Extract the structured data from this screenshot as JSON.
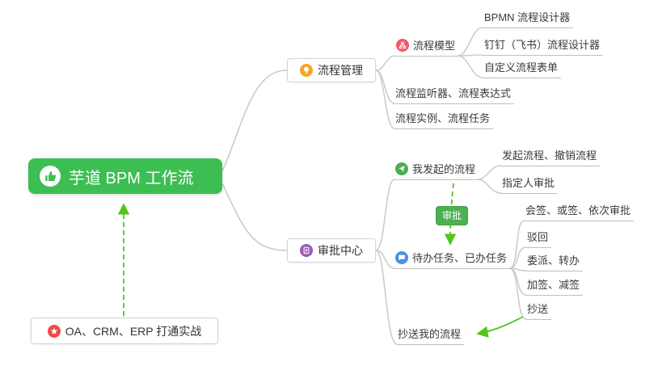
{
  "nodes": {
    "root": "芋道 BPM 工作流",
    "process_mgmt": "流程管理",
    "process_model": "流程模型",
    "bpmn_designer": "BPMN 流程设计器",
    "dingtalk_designer": "钉钉（飞书）流程设计器",
    "custom_form": "自定义流程表单",
    "listener_expression": "流程监听器、流程表达式",
    "instance_task": "流程实例、流程任务",
    "approval_center": "审批中心",
    "my_initiated": "我发起的流程",
    "initiate_cancel": "发起流程、撤销流程",
    "assignee_approval": "指定人审批",
    "todo_done": "待办任务、已办任务",
    "countersign": "会签、或签、依次审批",
    "reject": "驳回",
    "delegate_transfer": "委派、转办",
    "add_remove_sign": "加签、减签",
    "carbon_copy": "抄送",
    "cc_my_process": "抄送我的流程",
    "oa_practice": "OA、CRM、ERP 打通实战",
    "approval_badge": "审批"
  },
  "icons": {
    "root": "thumbs-up-icon",
    "process_mgmt": "lightbulb-icon",
    "process_model": "sitemap-icon",
    "approval_center": "document-icon",
    "my_initiated": "paper-plane-icon",
    "todo_done": "chat-icon",
    "oa_practice": "star-icon"
  },
  "colors": {
    "root_bg": "#3CBE53",
    "arrow_green": "#52C41A",
    "badge_bg": "#4CAF50",
    "icon_orange": "#F5A623",
    "icon_pink": "#F0586B",
    "icon_purple": "#9B59B6",
    "icon_green": "#4CAF50",
    "icon_blue": "#4A90E2",
    "icon_red": "#F04A4A",
    "connector_gray": "#CCCCCC"
  }
}
